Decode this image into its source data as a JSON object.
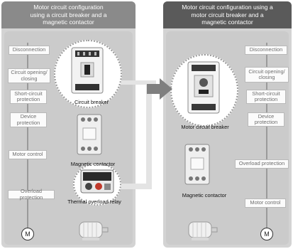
{
  "left_panel": {
    "title": "Motor circuit configuration\nusing a circuit breaker and a\nmagnetic contactor",
    "functions": [
      "Disconnection",
      "Circuit opening/\nclosing",
      "Short-circuit\nprotection",
      "Device\nprotection",
      "Motor control",
      "Overload protection"
    ],
    "components": [
      "Circuit breaker",
      "Magnetic contactor",
      "Thermal overload relay"
    ],
    "motor_symbol": "M"
  },
  "right_panel": {
    "title": "Motor circuit configuration using a\nmotor circuit breaker and a\nmagnetic contactor",
    "functions": [
      "Disconnection",
      "Circuit opening/\nclosing",
      "Short-circuit\nprotection",
      "Device\nprotection",
      "Overload protection",
      "Motor control"
    ],
    "components": [
      "Motor circuit breaker",
      "Magnetic contactor"
    ],
    "motor_symbol": "M"
  },
  "colors": {
    "left_header": "#8a8a8a",
    "right_header": "#5a5a5a",
    "panel_body": "#cbcbcb",
    "arrow": "#7f7f7f"
  }
}
